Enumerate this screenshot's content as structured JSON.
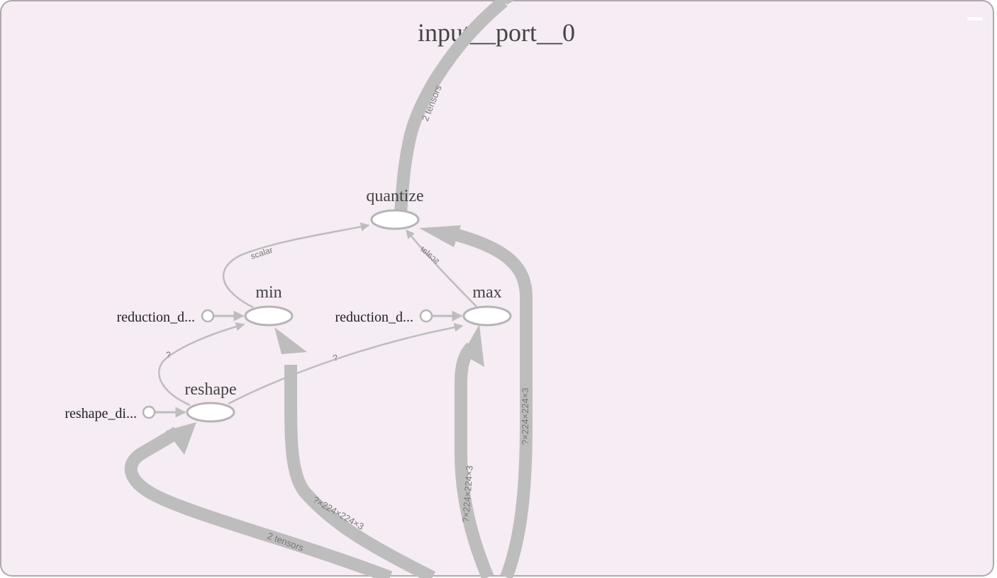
{
  "group": {
    "title": "input__port__0",
    "background": "#f5ecf4",
    "border": "#b0a8ad"
  },
  "nodes": {
    "quantize": "quantize",
    "min": "min",
    "max": "max",
    "reshape": "reshape"
  },
  "constants": {
    "min_reduction": "reduction_d...",
    "max_reduction": "reduction_d...",
    "reshape_dims": "reshape_di..."
  },
  "edge_labels": {
    "input_to_quantize": "2 tensors",
    "min_to_quantize": "scalar",
    "max_to_quantize": "scalar",
    "reshape_to_min": "?",
    "reshape_to_max": "?",
    "input_to_min": "?×224×224×3",
    "input_to_max": "?×224×224×3",
    "input_to_quantize_bottom": "?×224×224×3",
    "input_to_reshape": "2 tensors"
  },
  "colors": {
    "edge": "#bdbdbd",
    "node_fill": "#ffffff",
    "node_stroke": "#b5b5b5"
  },
  "icons": {
    "collapse": "minus-icon"
  }
}
